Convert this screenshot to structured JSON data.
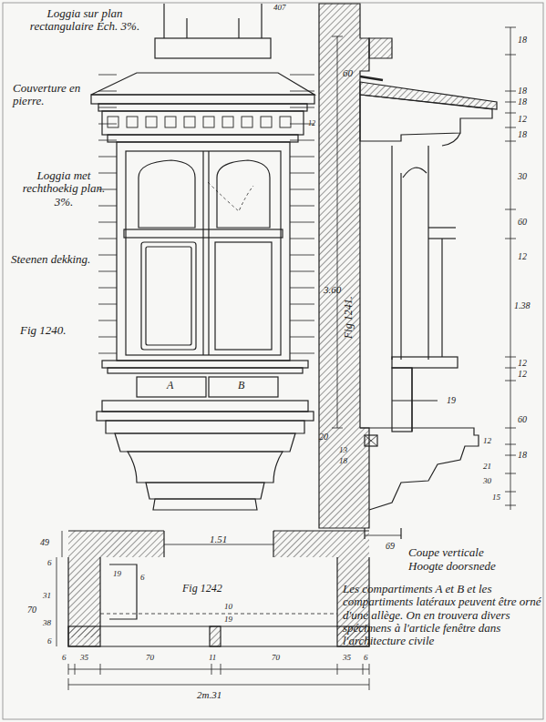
{
  "diagram": {
    "labels": [
      "407",
      "Loggia sur plan rectangulaire Éch. 3%.",
      "Couverture en pierre.",
      "Loggia met rechthoekig plan. 3%.",
      "Steenen dekking.",
      "Fig 1240.",
      "12",
      "A",
      "B",
      "60",
      "3.60",
      "Fig 1241.",
      "18",
      "18",
      "18",
      "12",
      "18",
      "30",
      "60",
      "12",
      "1.38",
      "12",
      "12",
      "60",
      "12",
      "18",
      "21",
      "30",
      "15",
      "19",
      "20",
      "13",
      "18",
      "69",
      "49",
      "1.51",
      "Fig 1242",
      "6",
      "31",
      "70",
      "38",
      "6",
      "19",
      "6",
      "10",
      "19",
      "6",
      "35",
      "70",
      "11",
      "70",
      "35",
      "6",
      "2m.31",
      "Coupe verticale",
      "Hoogte doorsnede",
      "Les compartiments A et B et les compartiments latéraux peuvent être orné d'une allège. On en trouvera divers spécimens à l'article fenêtre dans l'architecture civile"
    ]
  }
}
